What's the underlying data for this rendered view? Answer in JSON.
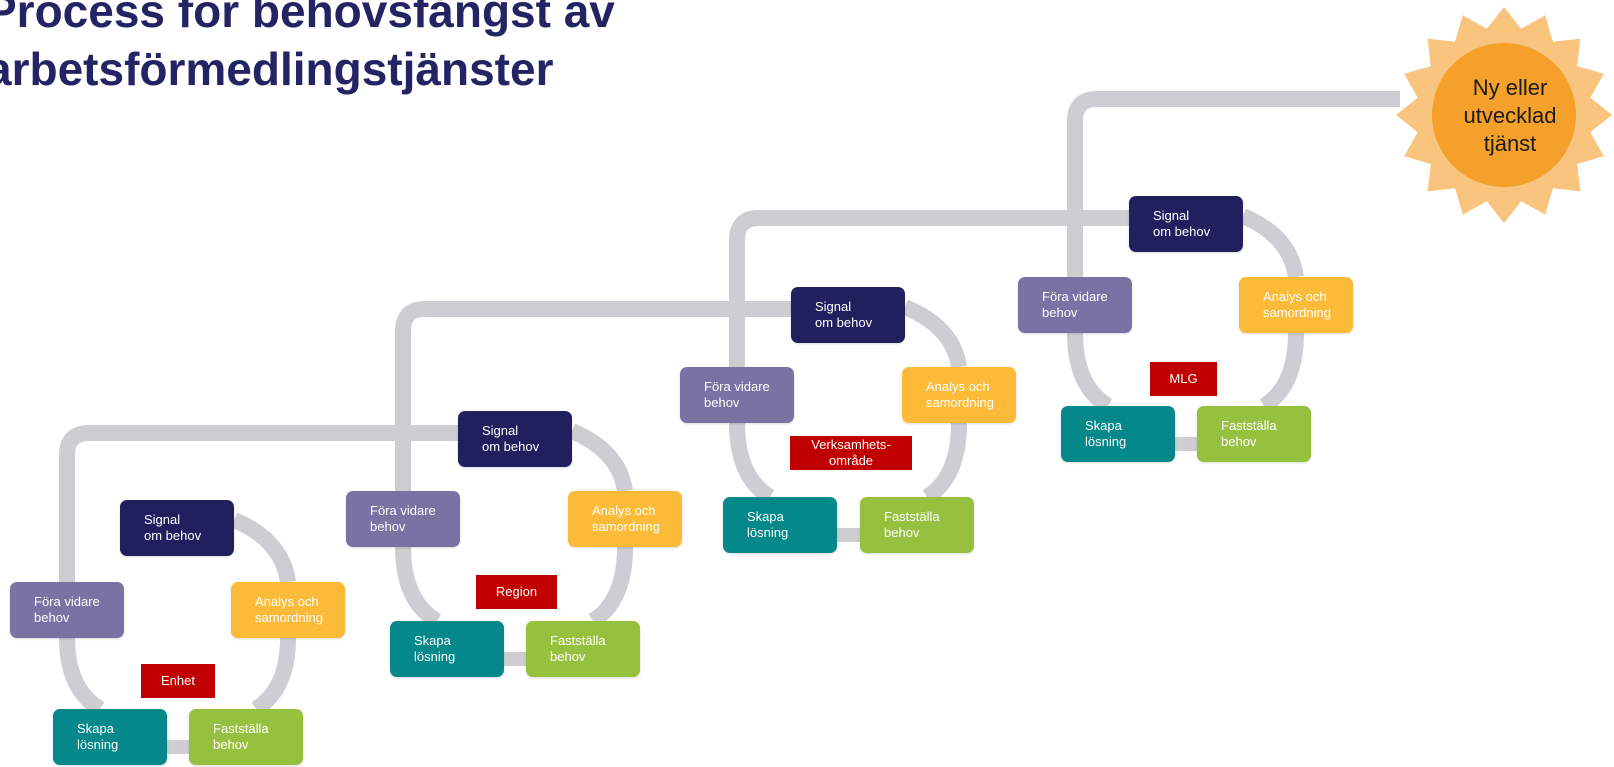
{
  "title": {
    "line1": "Process för behovsfångst av",
    "line2": "arbetsförmedlingstjänster"
  },
  "colors": {
    "title": "#242363",
    "signal": "#221f5e",
    "fora": "#7a72a3",
    "analys": "#fbbb38",
    "skapa": "#04888a",
    "fastst": "#95c13f",
    "tag": "#c00000",
    "connector": "#cdcdd2",
    "sun_outer": "#f8c47e",
    "sun_inner": "#f4a02a"
  },
  "cycles": [
    {
      "level": "Enhet",
      "signal": "Signal\nom behov",
      "analys": "Analys och\nsamordning",
      "fastst": "Fastställa\nbehov",
      "skapa": "Skapa\nlösning",
      "fora": "Föra vidare\nbehov"
    },
    {
      "level": "Region",
      "signal": "Signal\nom behov",
      "analys": "Analys och\nsamordning",
      "fastst": "Fastställa\nbehov",
      "skapa": "Skapa\nlösning",
      "fora": "Föra vidare\nbehov"
    },
    {
      "level": "Verksamhets-\nområde",
      "signal": "Signal\nom behov",
      "analys": "Analys och\nsamordning",
      "fastst": "Fastställa\nbehov",
      "skapa": "Skapa\nlösning",
      "fora": "Föra vidare\nbehov"
    },
    {
      "level": "MLG",
      "signal": "Signal\nom behov",
      "analys": "Analys och\nsamordning",
      "fastst": "Fastställa\nbehov",
      "skapa": "Skapa\nlösning",
      "fora": "Föra vidare\nbehov"
    }
  ],
  "outcome": {
    "label": "Ny eller\nutvecklad\ntjänst"
  }
}
